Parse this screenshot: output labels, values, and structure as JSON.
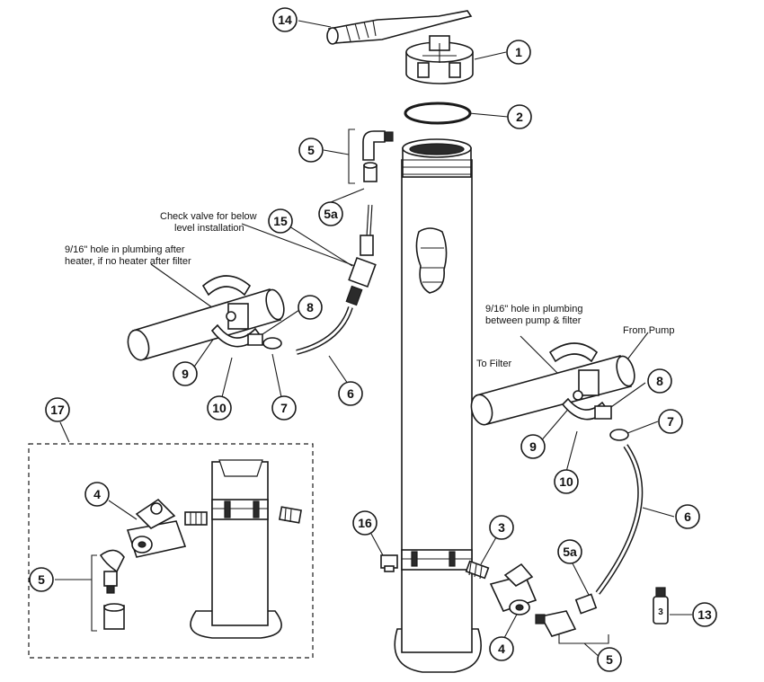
{
  "callouts": {
    "c14": "14",
    "c1": "1",
    "c2": "2",
    "c5_top": "5",
    "c5a_top": "5a",
    "c15": "15",
    "c8_left": "8",
    "c9_left": "9",
    "c10_left": "10",
    "c7_left": "7",
    "c6_left": "6",
    "c17": "17",
    "c4_inset": "4",
    "c5_inset": "5",
    "c16": "16",
    "c3": "3",
    "c4_bottom": "4",
    "c5a_bottom": "5a",
    "c5_bottom": "5",
    "c8_right": "8",
    "c7_right": "7",
    "c9_right": "9",
    "c10_right": "10",
    "c6_right": "6",
    "c13": "13"
  },
  "notes": {
    "check_valve_line1": "Check valve for below",
    "check_valve_line2": "level installation",
    "hole_after_line1": "9/16\" hole in plumbing after",
    "hole_after_line2": "heater, if no heater after filter",
    "hole_between_line1": "9/16\" hole in plumbing",
    "hole_between_line2": "between pump & filter",
    "from_pump": "From Pump",
    "to_filter": "To Filter"
  },
  "bottle_label": "3",
  "colors": {
    "ink": "#1a1a1a",
    "background": "#ffffff"
  }
}
